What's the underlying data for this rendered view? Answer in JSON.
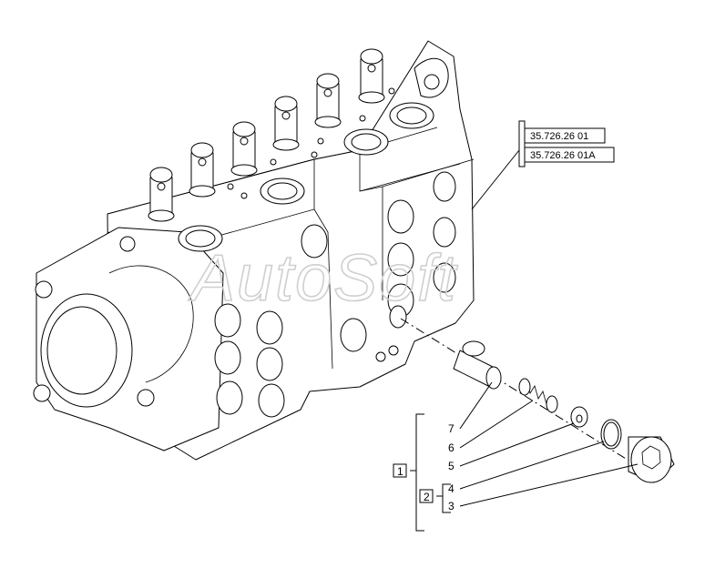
{
  "watermark": "AutoSoft",
  "references": [
    {
      "code": "35.726.26 01"
    },
    {
      "code": "35.726.26 01A"
    }
  ],
  "callouts": {
    "kit_1": "1",
    "kit_2": "2",
    "items": [
      "7",
      "6",
      "5",
      "4",
      "3"
    ]
  }
}
